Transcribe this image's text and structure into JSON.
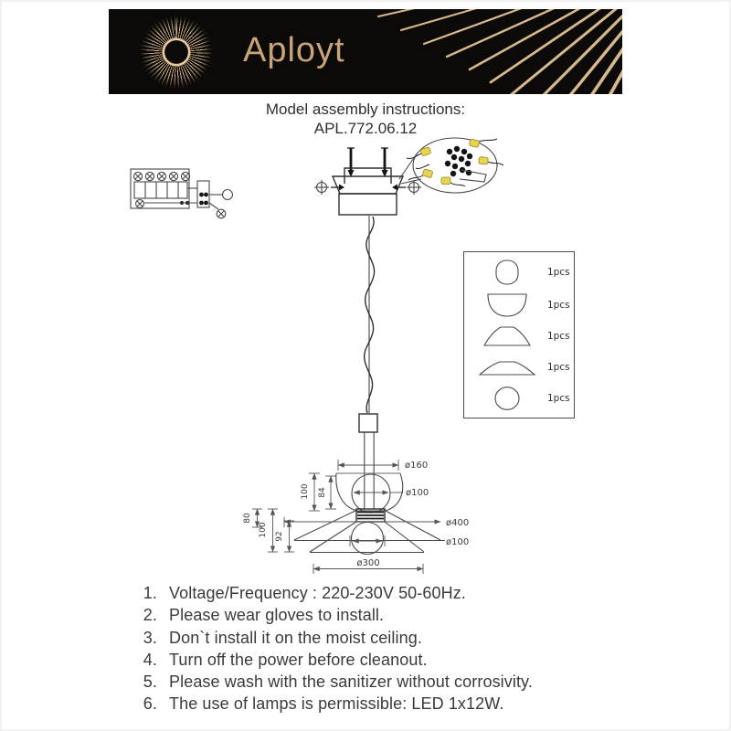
{
  "brand": {
    "name": "Aployt"
  },
  "title": {
    "line1": "Model assembly instructions:",
    "line2": "APL.772.06.12"
  },
  "dims": {
    "d160": "ø160",
    "d100_top": "ø100",
    "d400": "ø400",
    "d100_bot": "ø100",
    "d300": "ø300",
    "v100_top": "100",
    "v84": "84",
    "h80": "80",
    "h100_bot": "100",
    "h92": "92"
  },
  "parts": {
    "items": [
      {
        "name": "top ball shade",
        "qty": "1pcs"
      },
      {
        "name": "bowl shade",
        "qty": "1pcs"
      },
      {
        "name": "cone shade",
        "qty": "1pcs"
      },
      {
        "name": "wide cone shade",
        "qty": "1pcs"
      },
      {
        "name": "glass ball",
        "qty": "1pcs"
      }
    ]
  },
  "instructions": {
    "items": [
      {
        "num": "1.",
        "text": "Voltage/Frequency : 220-230V 50-60Hz."
      },
      {
        "num": "2.",
        "text": "Please wear gloves to install."
      },
      {
        "num": "3.",
        "text": "Don`t install it on the moist ceiling."
      },
      {
        "num": "4.",
        "text": "Turn off the power before cleanout."
      },
      {
        "num": "5.",
        "text": "Please wash with the sanitizer without corrosivity."
      },
      {
        "num": "6.",
        "text": "The use of lamps is permissible: LED 1x12W."
      }
    ]
  },
  "colors": {
    "banner_bg": "#0b0a09",
    "gold": "#c8a478",
    "ray_gold": "#d8b98c",
    "wire_nut_yellow": "#e8d44f",
    "line": "#474747"
  }
}
